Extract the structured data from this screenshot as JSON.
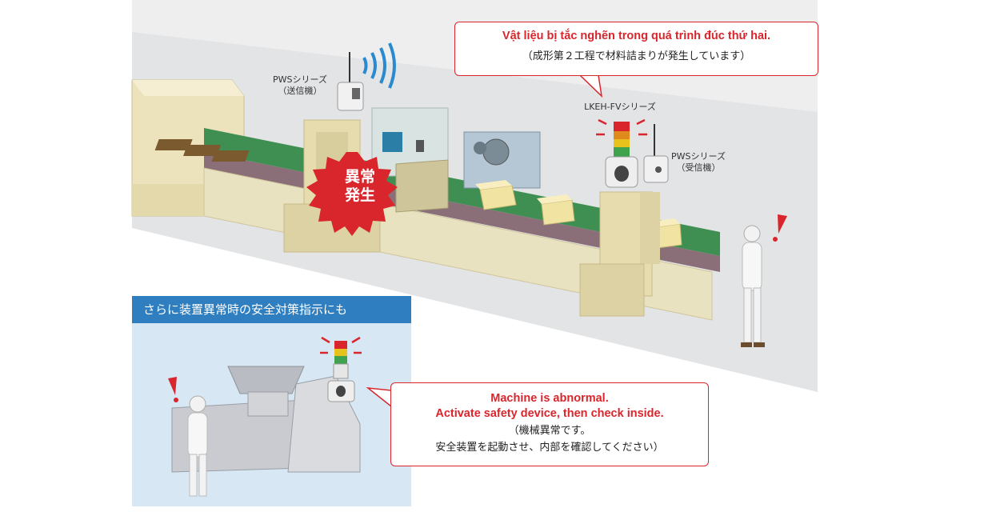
{
  "top_callout": {
    "message_vi": "Vật liệu bị tắc nghẽn trong quá trình đúc thứ hai.",
    "message_jp": "（成形第２工程で材料詰まりが発生しています）"
  },
  "labels": {
    "pws_transmitter_line1": "PWSシリーズ",
    "pws_transmitter_line2": "（送信機）",
    "lkeh_series": "LKEH-FVシリーズ",
    "pws_receiver_line1": "PWSシリーズ",
    "pws_receiver_line2": "（受信機）"
  },
  "alarm_burst": {
    "line1": "異常",
    "line2": "発生"
  },
  "inset": {
    "header": "さらに装置異常時の安全対策指示にも"
  },
  "bottom_callout": {
    "line1_en": "Machine is abnormal.",
    "line2_en": "Activate safety device, then check inside.",
    "line3_jp": "（機械異常です。",
    "line4_jp": "安全装置を起動させ、内部を確認してください）"
  },
  "colors": {
    "accent_red": "#d9262c",
    "inset_blue": "#2f7fc0",
    "floor_gray": "#d8d9db",
    "machine_beige": "#efe8c6",
    "conveyor_green": "#3f8f52"
  }
}
